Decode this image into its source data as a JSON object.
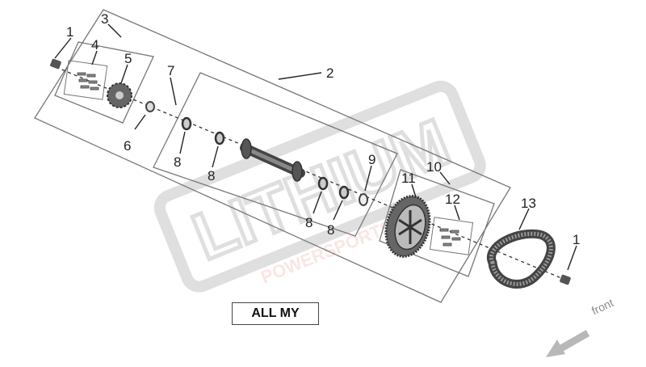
{
  "variant_label": "ALL MY",
  "direction_label": "front",
  "watermark": {
    "main": "LITHIUM",
    "sub": "POWERSPORTS"
  },
  "callouts": [
    {
      "id": "c1a",
      "text": "1"
    },
    {
      "id": "c2",
      "text": "2"
    },
    {
      "id": "c3",
      "text": "3"
    },
    {
      "id": "c4",
      "text": "4"
    },
    {
      "id": "c5",
      "text": "5"
    },
    {
      "id": "c6",
      "text": "6"
    },
    {
      "id": "c7",
      "text": "7"
    },
    {
      "id": "c8a",
      "text": "8"
    },
    {
      "id": "c8b",
      "text": "8"
    },
    {
      "id": "c8c",
      "text": "8"
    },
    {
      "id": "c8d",
      "text": "8"
    },
    {
      "id": "c9",
      "text": "9"
    },
    {
      "id": "c10",
      "text": "10"
    },
    {
      "id": "c11",
      "text": "11"
    },
    {
      "id": "c12",
      "text": "12"
    },
    {
      "id": "c13",
      "text": "13"
    },
    {
      "id": "c1b",
      "text": "1"
    }
  ],
  "colors": {
    "line": "#222222",
    "frame": "#777777",
    "part": "#555555",
    "arrow": "#b0b0b0"
  }
}
